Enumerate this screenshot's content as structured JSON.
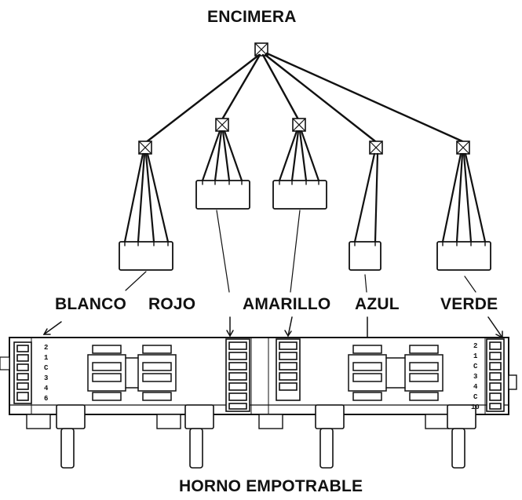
{
  "labels": {
    "top": "ENCIMERA",
    "bottom": "HORNO EMPOTRABLE",
    "blanco": "BLANCO",
    "rojo": "ROJO",
    "amarillo": "AMARILLO",
    "azul": "AZUL",
    "verde": "VERDE"
  },
  "pin_labels": {
    "left_connector": [
      "2",
      "1",
      "C",
      "3",
      "4",
      "6"
    ],
    "right_connector": [
      "2",
      "1",
      "C",
      "3",
      "4",
      "C",
      "10"
    ]
  },
  "colors": {
    "line": "#111111",
    "background": "#ffffff"
  },
  "icons": [
    "junction-box-icon",
    "connector-icon",
    "terminal-block-icon",
    "shaft-icon"
  ]
}
